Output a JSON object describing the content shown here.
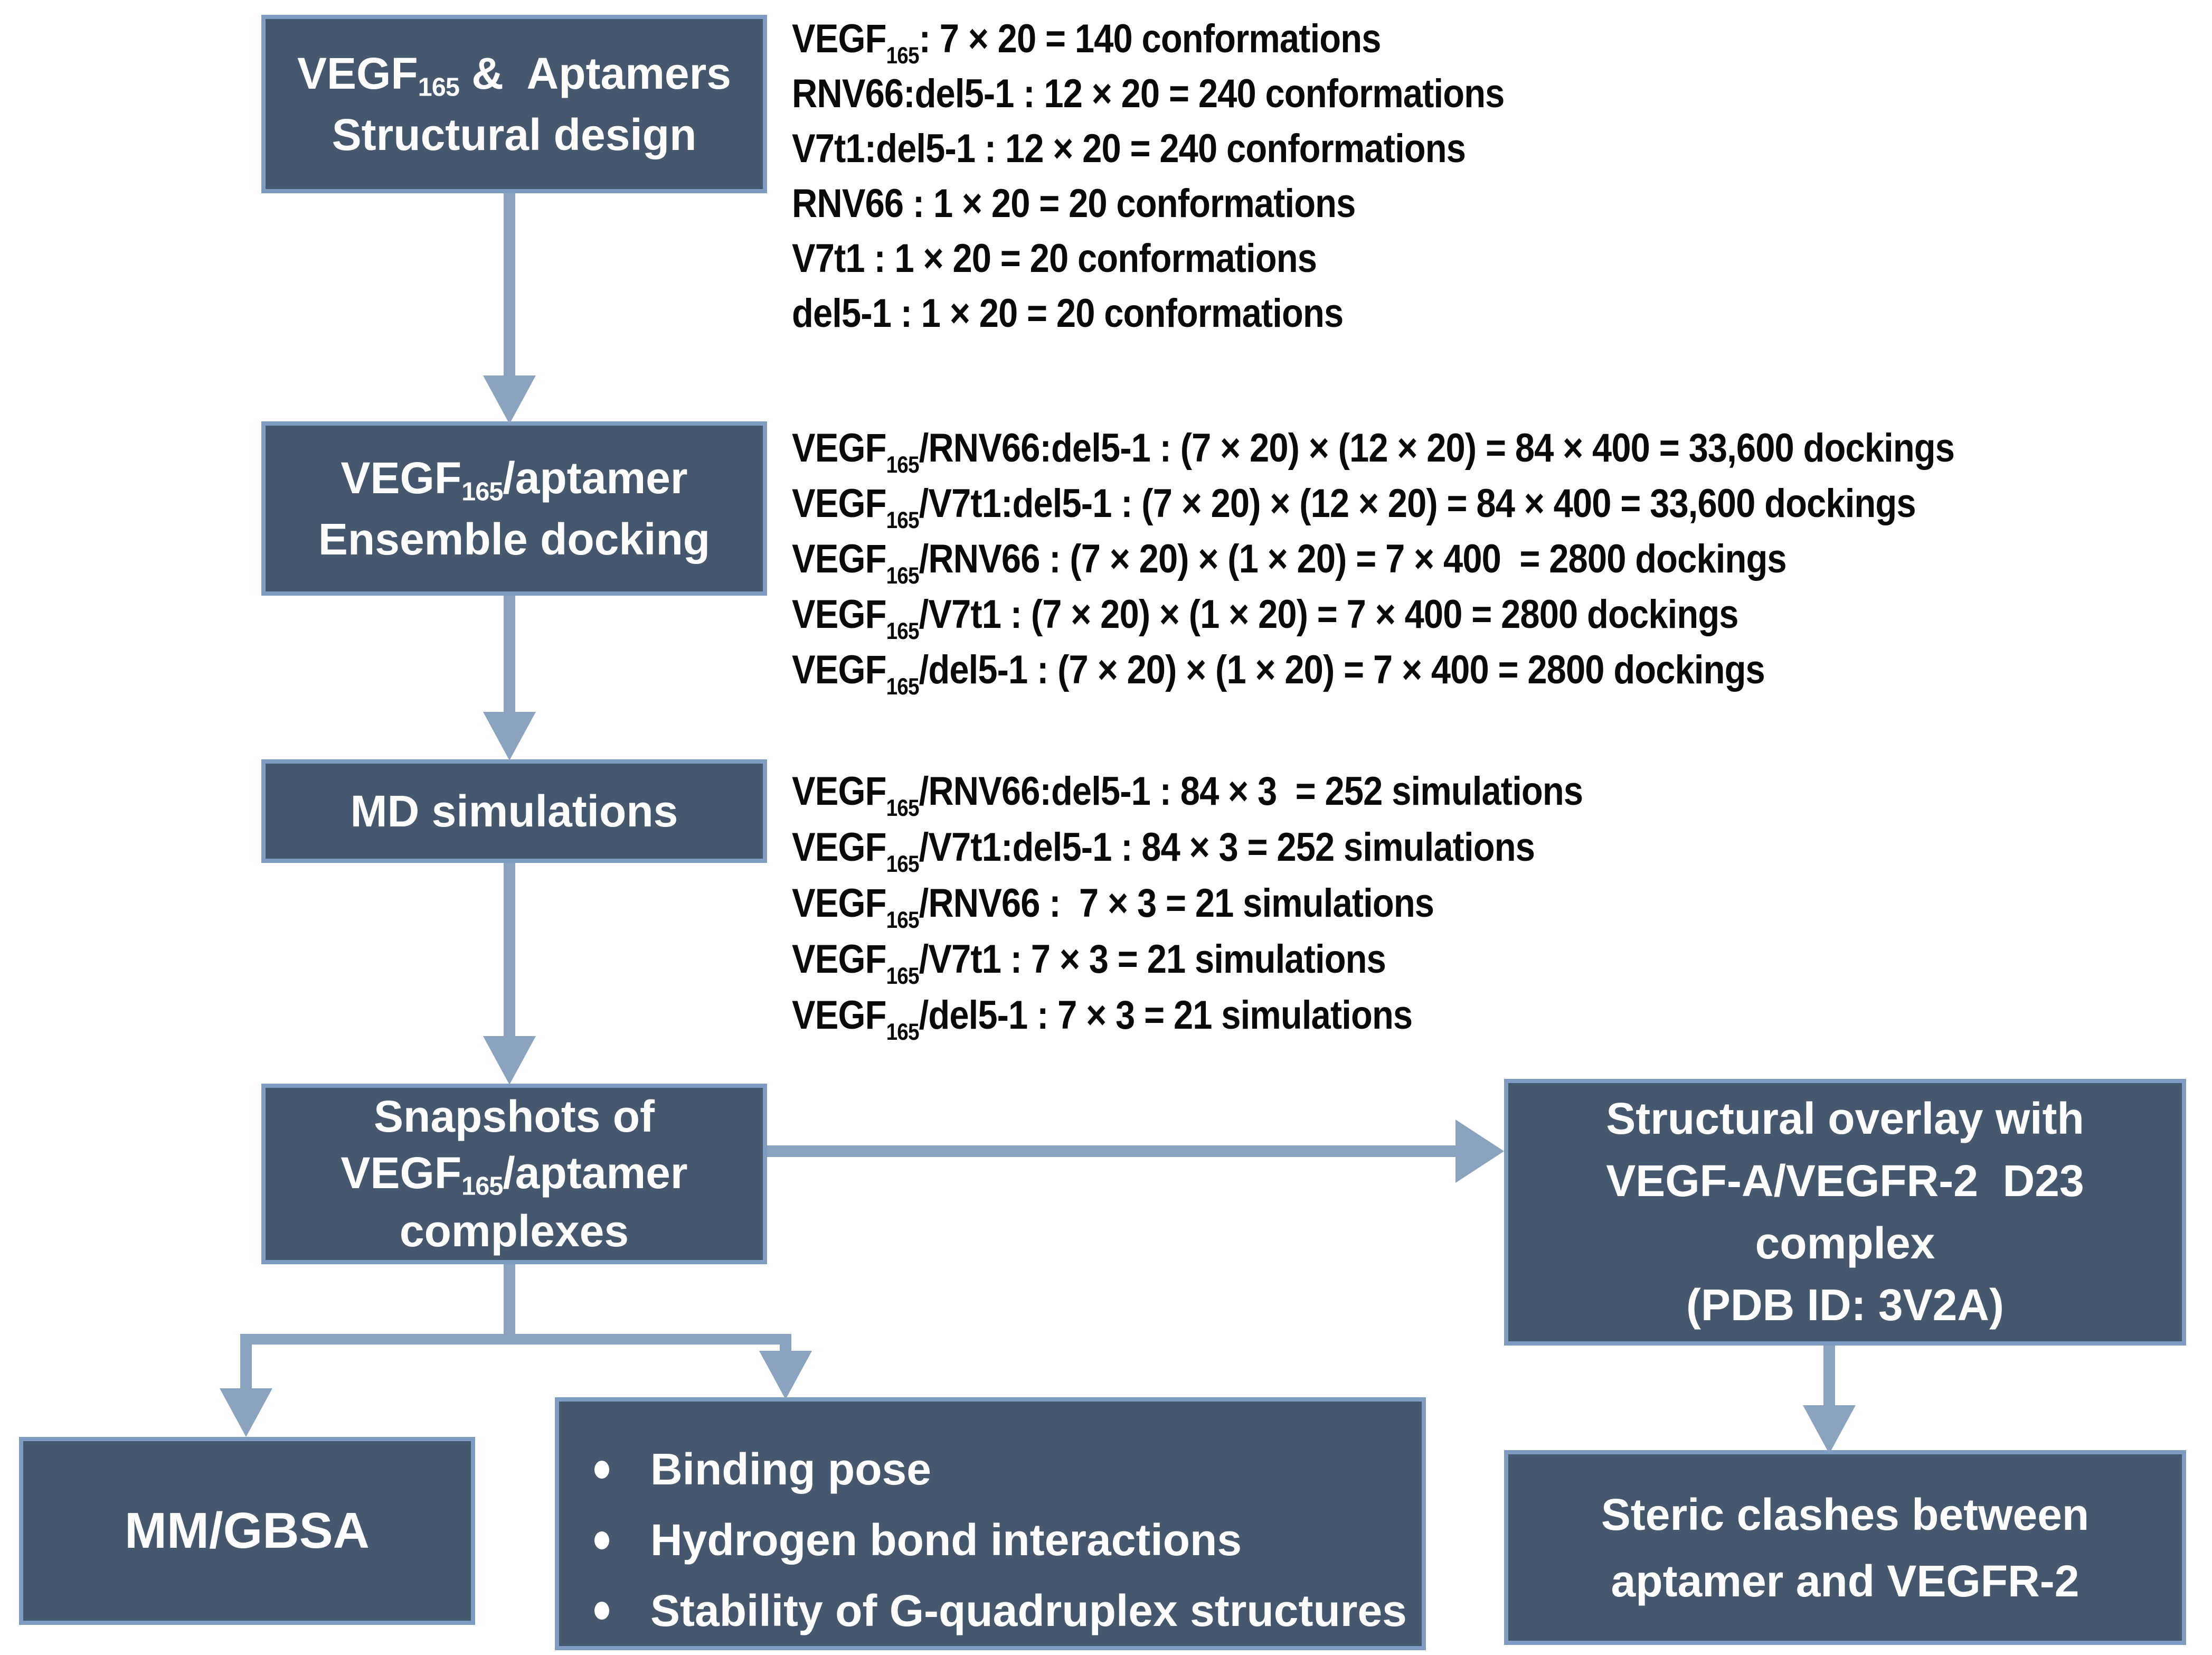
{
  "colors": {
    "box_fill": "#46586d",
    "box_border": "#7e9bc2",
    "arrow": "#8ba3be",
    "annotation_text": "#0a0a0a",
    "box_text": "#fdfdfd",
    "background": "#ffffff"
  },
  "boxes": {
    "structural_design": {
      "line1": "VEGF_{165} &  Aptamers",
      "line2": "Structural design"
    },
    "ensemble_docking": {
      "line1": "VEGF_{165}/aptamer",
      "line2": "Ensemble docking"
    },
    "md_simulations": {
      "line1": "MD simulations"
    },
    "snapshots": {
      "line1": "Snapshots of",
      "line2": "VEGF_{165}/aptamer",
      "line3": "complexes"
    },
    "structural_overlay": {
      "line1": "Structural overlay with",
      "line2": "VEGF-A/VEGFR-2  D23",
      "line3": "complex",
      "line4": "(PDB ID: 3V2A)"
    },
    "mmgbsa": {
      "line1": "MM/GBSA"
    },
    "analysis": {
      "bullets": [
        "Binding pose",
        "Hydrogen bond interactions",
        "Stability of G-quadruplex structures"
      ]
    },
    "steric": {
      "line1": "Steric clashes between",
      "line2": "aptamer and VEGFR-2"
    }
  },
  "annotations": {
    "conformations": [
      "VEGF_{165}: 7 × 20 = 140 conformations",
      "RNV66:del5-1 : 12 × 20 = 240 conformations",
      "V7t1:del5-1 : 12 × 20 = 240 conformations",
      "RNV66 : 1 × 20 = 20 conformations",
      "V7t1 : 1 × 20 = 20 conformations",
      "del5-1 : 1 × 20 = 20 conformations"
    ],
    "dockings": [
      "VEGF_{165}/RNV66:del5-1 : (7 × 20) × (12 × 20) = 84 × 400 = 33,600 dockings",
      "VEGF_{165}/V7t1:del5-1 : (7 × 20) × (12 × 20) = 84 × 400 = 33,600 dockings",
      "VEGF_{165}/RNV66 : (7 × 20) × (1 × 20) = 7 × 400  = 2800 dockings",
      "VEGF_{165}/V7t1 : (7 × 20) × (1 × 20) = 7 × 400 = 2800 dockings",
      "VEGF_{165}/del5-1 : (7 × 20) × (1 × 20) = 7 × 400 = 2800 dockings"
    ],
    "simulations": [
      "VEGF_{165}/RNV66:del5-1 : 84 × 3  = 252 simulations",
      "VEGF_{165}/V7t1:del5-1 : 84 × 3 = 252 simulations",
      "VEGF_{165}/RNV66 :  7 × 3 = 21 simulations",
      "VEGF_{165}/V7t1 : 7 × 3 = 21 simulations",
      "VEGF_{165}/del5-1 : 7 × 3 = 21 simulations"
    ]
  }
}
